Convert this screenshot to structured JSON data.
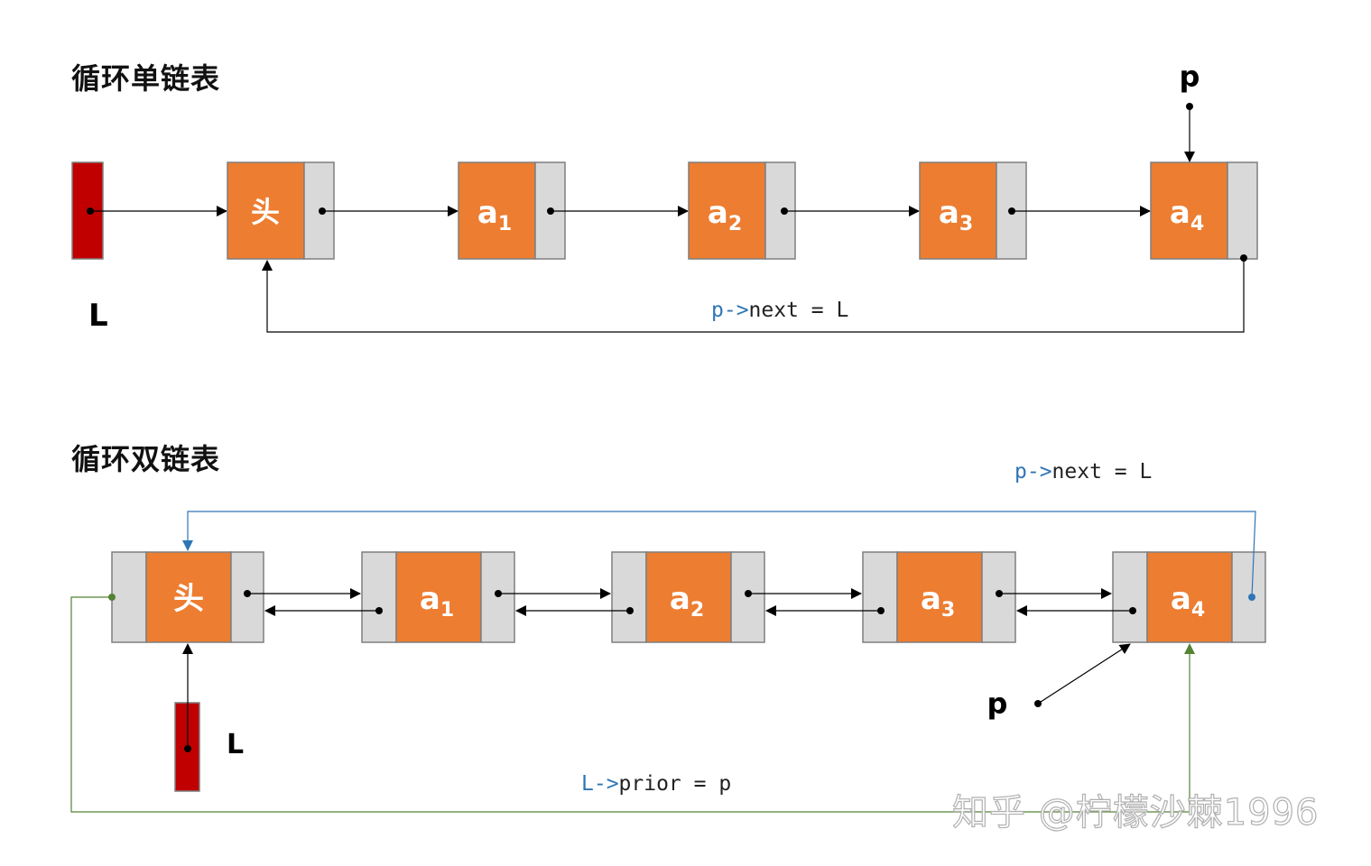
{
  "single": {
    "title": "循环单链表",
    "head_label": "头",
    "nodes": [
      "a",
      "a",
      "a",
      "a"
    ],
    "subscripts": [
      "1",
      "2",
      "3",
      "4"
    ],
    "l_label": "L",
    "p_label": "p",
    "caption": {
      "var": "p->",
      "rest": "next = L"
    }
  },
  "double": {
    "title": "循环双链表",
    "head_label": "头",
    "nodes": [
      "a",
      "a",
      "a",
      "a"
    ],
    "subscripts": [
      "1",
      "2",
      "3",
      "4"
    ],
    "l_label": "L",
    "p_label": "p",
    "caption_next": {
      "var": "p->",
      "rest": "next = L"
    },
    "caption_prior": {
      "var": "L->",
      "rest": "prior = p"
    }
  },
  "watermark": "知乎 @柠檬沙棘1996",
  "colors": {
    "node_fill": "#ED7D31",
    "pointer_fill": "#D9D9D9",
    "l_fill": "#C00000",
    "blue": "#2E75B6",
    "green": "#548235"
  }
}
